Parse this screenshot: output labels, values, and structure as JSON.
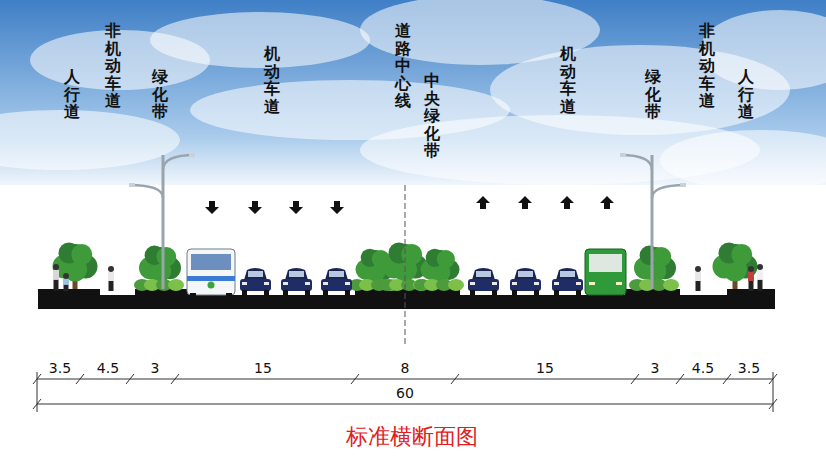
{
  "diagram": {
    "caption": "标准横断面图",
    "labels": [
      "人行道",
      "非机动车道",
      "绿化带",
      "机动车道",
      "道路中心线",
      "中央绿化带",
      "机动车道",
      "绿化带",
      "非机动车道",
      "人行道",
      "3.5",
      "4.5",
      "3",
      "15",
      "8",
      "15",
      "3",
      "4.5",
      "3.5",
      "60"
    ]
  }
}
